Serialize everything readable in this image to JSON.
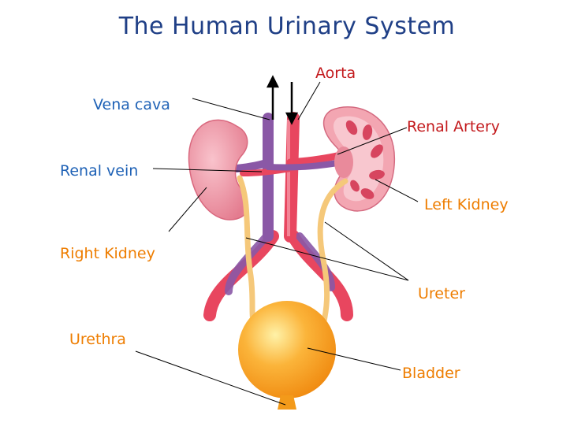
{
  "title": "The Human Urinary System",
  "labels": {
    "aorta": "Aorta",
    "vena_cava": "Vena cava",
    "renal_artery": "Renal Artery",
    "renal_vein": "Renal vein",
    "left_kidney": "Left Kidney",
    "right_kidney": "Right Kidney",
    "ureter": "Ureter",
    "urethra": "Urethra",
    "bladder": "Bladder"
  },
  "colors": {
    "title": "#1f3f86",
    "blue_label": "#1f62b6",
    "red_label": "#c3191c",
    "orange_label": "#ee7d00",
    "kidney": "#e8899a",
    "artery": "#e8465f",
    "vein": "#8a58a6",
    "ureter": "#f5c87a",
    "bladder": "#f7a21c"
  }
}
